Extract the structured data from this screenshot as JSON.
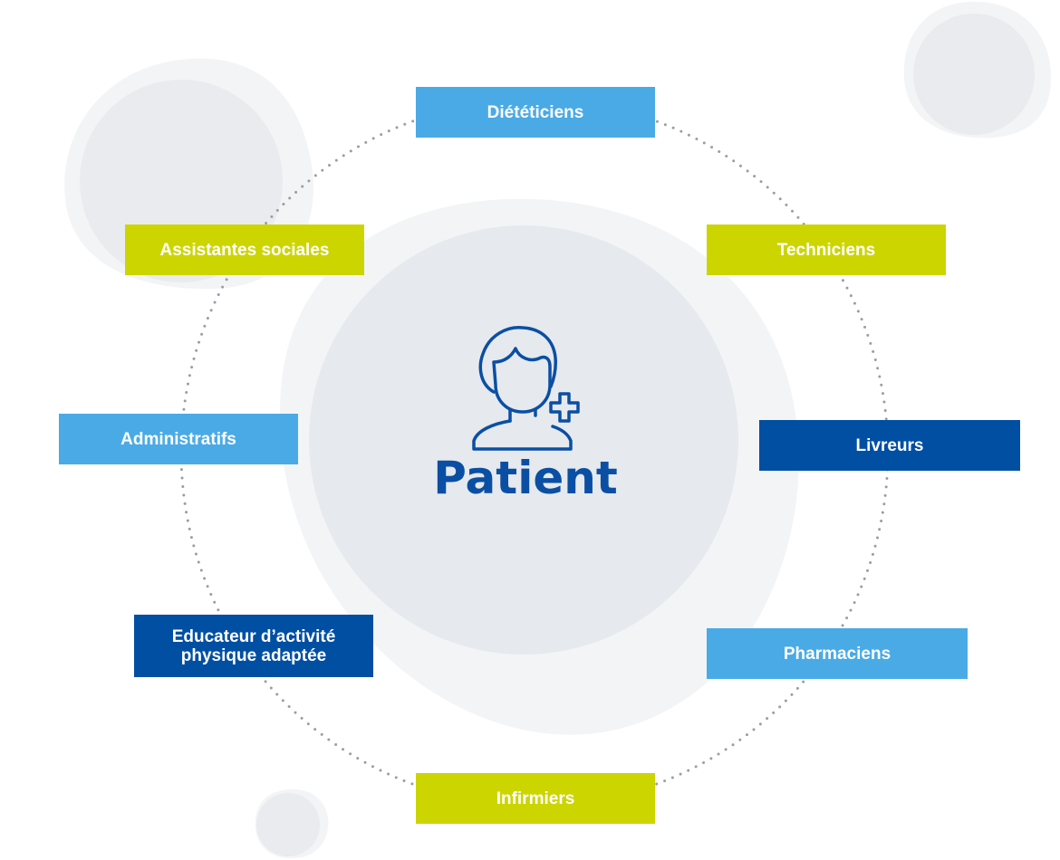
{
  "center": {
    "label": "Patient",
    "icon": "patient-plus-icon"
  },
  "roles": [
    {
      "id": "dieteticiens",
      "label": "Diététiciens",
      "color": "#4aaae6"
    },
    {
      "id": "techniciens",
      "label": "Techniciens",
      "color": "#ccd500"
    },
    {
      "id": "livreurs",
      "label": "Livreurs",
      "color": "#004fa3"
    },
    {
      "id": "pharmaciens",
      "label": "Pharmaciens",
      "color": "#4aaae6"
    },
    {
      "id": "infirmiers",
      "label": "Infirmiers",
      "color": "#ccd500"
    },
    {
      "id": "educateur",
      "label": "Educateur d’activité physique adaptée",
      "color": "#004fa3"
    },
    {
      "id": "administratifs",
      "label": "Administratifs",
      "color": "#4aaae6"
    },
    {
      "id": "assistantes",
      "label": "Assistantes sociales",
      "color": "#ccd500"
    }
  ],
  "colors": {
    "accent_blue": "#0a4fa3",
    "light_blue": "#4aaae6",
    "lime": "#ccd500",
    "dark_blue": "#004fa3",
    "blob": "#e6e9ee",
    "blob_halo": "#f3f4f6",
    "dots": "#9a9da3"
  }
}
